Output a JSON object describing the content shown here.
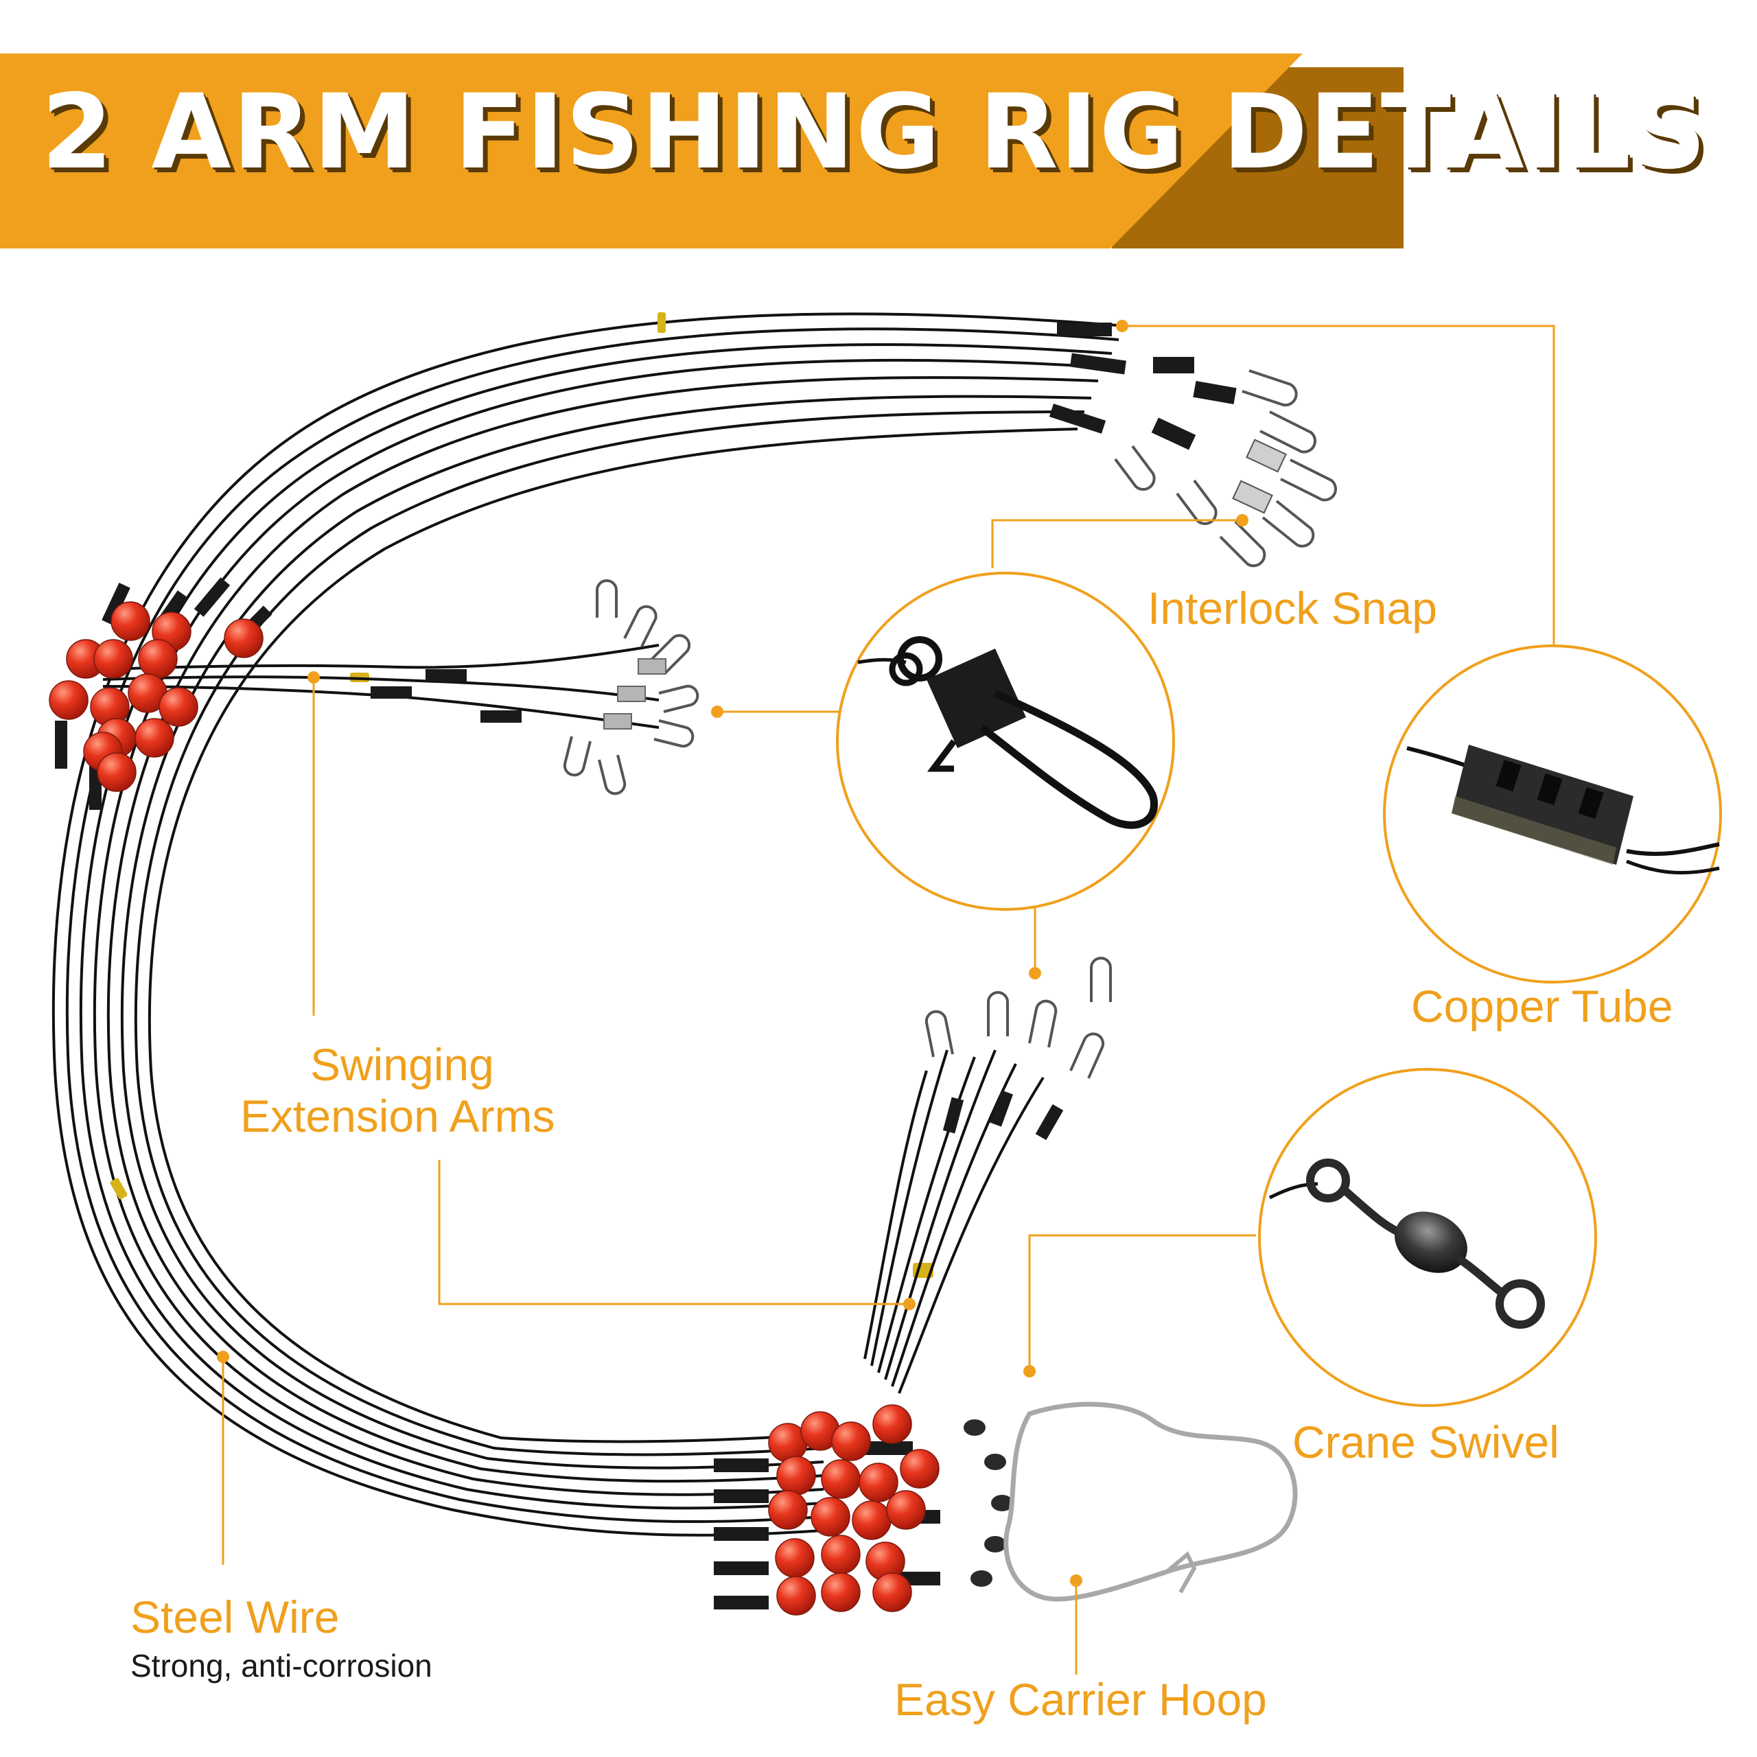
{
  "title": "2 ARM FISHING RIG DETAILS",
  "colors": {
    "accent": "#f0a01c",
    "banner_dark": "#a86a08",
    "wire": "#111111",
    "bead": "#e8361e",
    "white": "#ffffff"
  },
  "labels": {
    "interlock_snap": "Interlock Snap",
    "copper_tube": "Copper Tube",
    "swinging_arms_line1": "Swinging",
    "swinging_arms_line2": "Extension Arms",
    "crane_swivel": "Crane Swivel",
    "steel_wire": "Steel Wire",
    "steel_wire_sub": "Strong, anti-corrosion",
    "carrier_hoop": "Easy Carrier Hoop"
  },
  "icons": [
    "interlock-snap-closeup",
    "copper-tube-closeup",
    "crane-swivel-closeup",
    "carrier-hoop"
  ]
}
